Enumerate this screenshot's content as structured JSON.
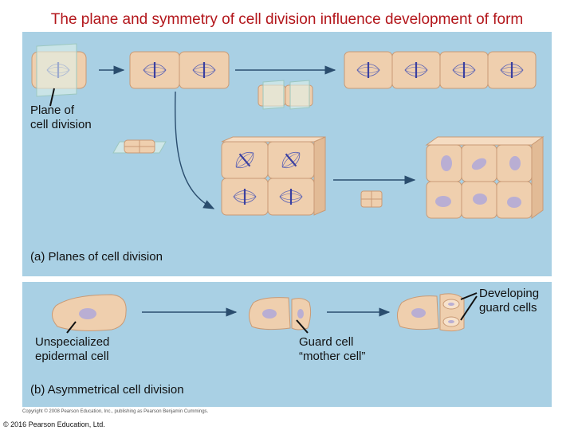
{
  "title": "The plane and symmetry of cell division influence development of form",
  "panel_a": {
    "plane_label_line1": "Plane of",
    "plane_label_line2": "cell division",
    "caption": "(a) Planes of cell division"
  },
  "panel_b": {
    "unspecialized_line1": "Unspecialized",
    "unspecialized_line2": "epidermal cell",
    "guard_mother_line1": "Guard cell",
    "guard_mother_line2": "“mother cell”",
    "developing_line1": "Developing",
    "developing_line2": "guard cells",
    "caption": "(b) Asymmetrical cell division"
  },
  "footer": {
    "copyright_small": "Copyright © 2008 Pearson Education, Inc., publishing as Pearson Benjamin Cummings.",
    "copyright": "© 2016 Pearson Education, Ltd."
  },
  "colors": {
    "title": "#b3161b",
    "panel_bg": "#a9d0e4",
    "cell_fill": "#efcfae",
    "cell_edge": "#c99a75",
    "nucleus": "#b9aed3",
    "spindle": "#5a62b5",
    "arrow": "#2a4d6e"
  }
}
